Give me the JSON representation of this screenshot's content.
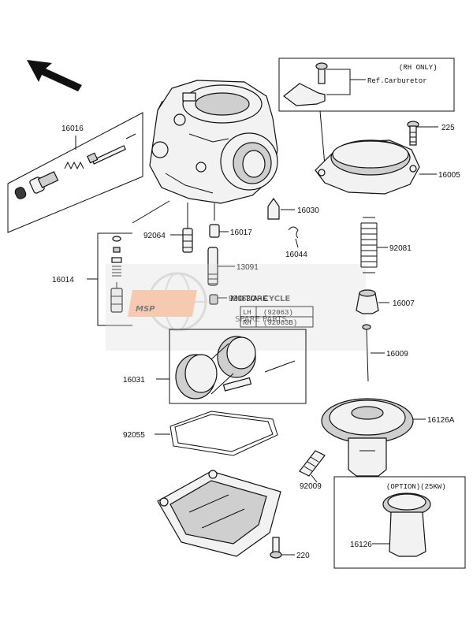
{
  "callouts": {
    "c16016": "16016",
    "c16014": "16014",
    "c92064": "92064",
    "c16017": "16017",
    "c13091": "13091",
    "c92063": "92063/A~E",
    "c16031": "16031",
    "c92055": "92055",
    "c92009": "92009",
    "c220": "220",
    "c16030": "16030",
    "c16044": "16044",
    "c225": "225",
    "c16005": "16005",
    "c92081": "92081",
    "c16007": "16007",
    "c16009": "16009",
    "c16126A": "16126A",
    "c16126": "16126"
  },
  "rh_box": {
    "title": "(RH ONLY)",
    "ref": "Ref.Carburetor"
  },
  "jet_table": {
    "rows": [
      {
        "side": "LH",
        "code": "(92063)"
      },
      {
        "side": "RH",
        "code": "(92063B)"
      }
    ]
  },
  "option_box": {
    "title": "(OPTION)(25KW)"
  },
  "watermark": {
    "logo": "MSP",
    "line1": "MOTORCYCLE",
    "line2": "SPARE PARTS"
  },
  "colors": {
    "line": "#111111",
    "watermark_orange": "#f0a070",
    "watermark_gray": "#c8c8c8"
  }
}
